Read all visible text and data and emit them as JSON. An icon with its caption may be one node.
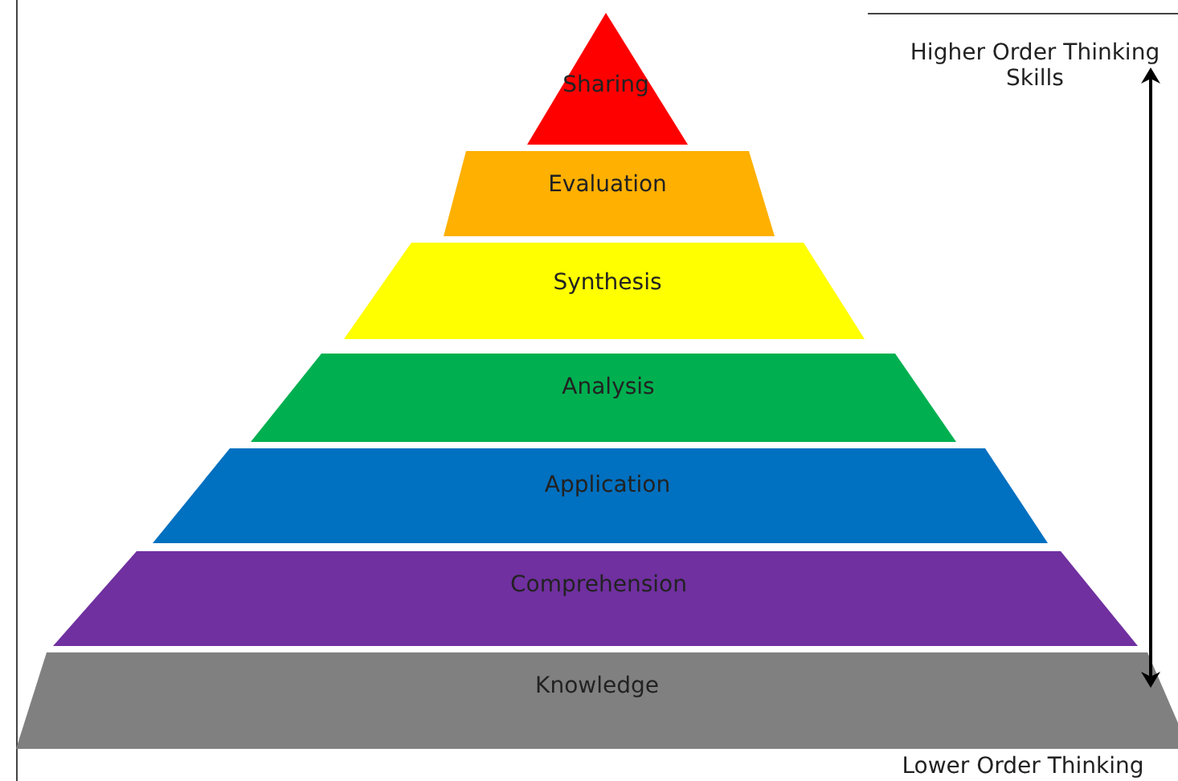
{
  "diagram": {
    "nodes": [
      {
        "text": [
          "Sharing"
        ]
      },
      {
        "text": [
          "Evaluation"
        ]
      },
      {
        "text": [
          "Synthesis"
        ]
      },
      {
        "text": [
          "Analysis"
        ]
      },
      {
        "text": [
          "Application"
        ]
      },
      {
        "text": [
          "Comprehension"
        ]
      },
      {
        "text": [
          "Knowledge"
        ]
      }
    ],
    "labels": [
      "Higher Order Thinking Skills",
      "Lower Order Thinking"
    ]
  }
}
